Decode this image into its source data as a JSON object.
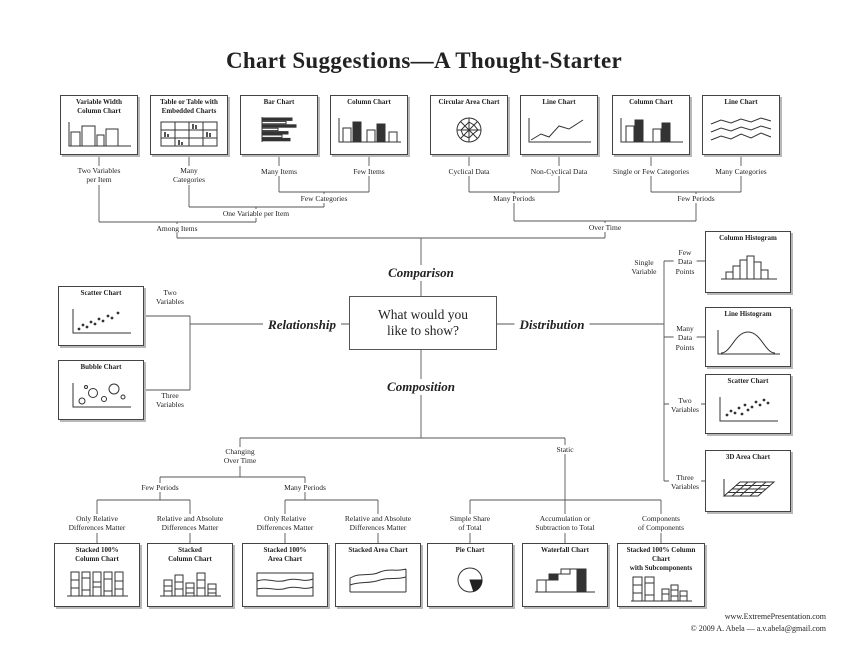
{
  "title": "Chart Suggestions—A Thought-Starter",
  "center": {
    "question": "What would you\nlike to show?"
  },
  "branches": {
    "comparison": "Comparison",
    "relationship": "Relationship",
    "distribution": "Distribution",
    "composition": "Composition"
  },
  "top": {
    "boxes": [
      {
        "title": "Variable Width\nColumn Chart",
        "label": "Two Variables\nper Item"
      },
      {
        "title": "Table or Table with\nEmbedded Charts",
        "label": "Many\nCategories"
      },
      {
        "title": "Bar Chart",
        "label": "Many Items"
      },
      {
        "title": "Column Chart",
        "label": "Few Items"
      },
      {
        "title": "Circular Area Chart",
        "label": "Cyclical Data"
      },
      {
        "title": "Line Chart",
        "label": "Non-Cyclical Data"
      },
      {
        "title": "Column Chart",
        "label": "Single or Few Categories"
      },
      {
        "title": "Line Chart",
        "label": "Many Categories"
      }
    ],
    "joins": {
      "few_categories": "Few Categories",
      "one_variable_per_item": "One Variable per Item",
      "among_items": "Among Items",
      "many_periods": "Many Periods",
      "few_periods": "Few Periods",
      "over_time": "Over Time"
    }
  },
  "relationship": {
    "boxes": [
      {
        "title": "Scatter Chart",
        "label": "Two\nVariables"
      },
      {
        "title": "Bubble Chart",
        "label": "Three\nVariables"
      }
    ]
  },
  "distribution": {
    "single_variable": "Single\nVariable",
    "boxes": [
      {
        "title": "Column Histogram",
        "label": "Few\nData\nPoints"
      },
      {
        "title": "Line Histogram",
        "label": "Many\nData\nPoints"
      },
      {
        "title": "Scatter Chart",
        "label": "Two\nVariables"
      },
      {
        "title": "3D Area Chart",
        "label": "Three\nVariables"
      }
    ]
  },
  "composition": {
    "changing_over_time": "Changing\nOver Time",
    "static": "Static",
    "few_periods": "Few Periods",
    "many_periods": "Many Periods",
    "boxes": [
      {
        "label": "Only Relative\nDifferences Matter",
        "title": "Stacked 100%\nColumn Chart"
      },
      {
        "label": "Relative and Absolute\nDifferences Matter",
        "title": "Stacked\nColumn Chart"
      },
      {
        "label": "Only Relative\nDifferences Matter",
        "title": "Stacked 100%\nArea Chart"
      },
      {
        "label": "Relative and Absolute\nDifferences Matter",
        "title": "Stacked Area Chart"
      },
      {
        "label": "Simple Share\nof Total",
        "title": "Pie Chart"
      },
      {
        "label": "Accumulation or\nSubtraction to Total",
        "title": "Waterfall Chart"
      },
      {
        "label": "Components\nof Components",
        "title": "Stacked 100% Column Chart\nwith Subcomponents"
      }
    ]
  },
  "footer": {
    "url": "www.ExtremePresentation.com",
    "copyright": "© 2009  A. Abela — a.v.abela@gmail.com"
  }
}
